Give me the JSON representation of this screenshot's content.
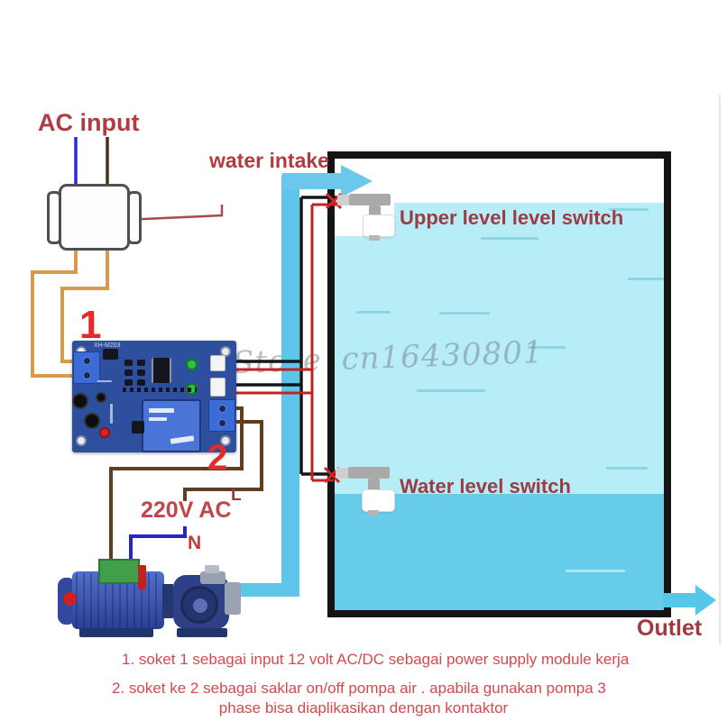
{
  "labels": {
    "ac_input": "AC input",
    "water_intake": "water intake",
    "upper_level_switch": "Upper level level switch",
    "water_level_switch": "Water level switch",
    "outlet": "Outlet",
    "mains_voltage": "220V AC",
    "line_live": "L",
    "line_neutral": "N",
    "socket_1": "1",
    "socket_2": "2"
  },
  "board": {
    "silkscreen": "XH-M203"
  },
  "watermark": "Store cn16430801",
  "notes": {
    "line_1": "1. soket 1 sebagai input 12 volt AC/DC sebagai power supply module kerja",
    "line_2": "2. soket ke 2 sebagai saklar on/off pompa air . apabila gunakan pompa 3",
    "line_3": "phase bisa diaplikasikan dengan kontaktor"
  },
  "colors": {
    "label_red": "#b23b42",
    "note_red": "#d5494e",
    "numeral_red": "#e42b2b",
    "water_light": "#b7edf6",
    "water_deep": "#66ccea",
    "pipe_cyan": "#5ec5e9",
    "wire_orange": "#d79a4c",
    "wire_brown": "#5e4020",
    "wire_black": "#161616",
    "wire_red": "#cc2222",
    "wire_blue": "#2525cc",
    "tank_border": "#141414",
    "pcb_blue": "#2d4f9e"
  }
}
